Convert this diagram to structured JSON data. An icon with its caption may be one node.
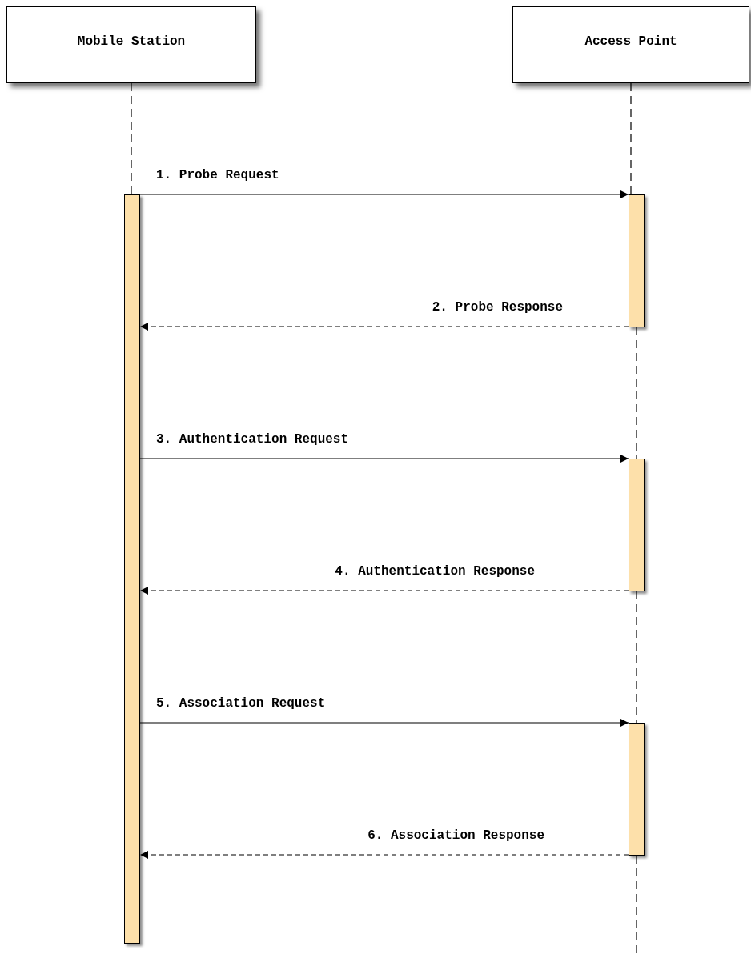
{
  "diagram": {
    "nodes": [
      {
        "text": [
          "Mobile Station"
        ]
      },
      {
        "text": [
          "Access Point"
        ]
      },
      {
        "text": [],
        "shape": "bar"
      },
      {
        "text": [],
        "shape": "bar"
      },
      {
        "text": [],
        "shape": "bar"
      },
      {
        "text": [],
        "shape": "bar"
      }
    ],
    "edges": [
      {
        "from": 0,
        "to": 2,
        "arrow": "none",
        "style": "dashed"
      },
      {
        "from": 1,
        "to": 3,
        "arrow": "none",
        "style": "dashed"
      },
      {
        "from": 3,
        "to": 4,
        "arrow": "none",
        "style": "dashed"
      },
      {
        "from": 4,
        "to": 5,
        "arrow": "none",
        "style": "dashed"
      },
      {
        "from": 5,
        "to": null,
        "arrow": "none",
        "style": "dashed"
      },
      {
        "from": 2,
        "to": 3,
        "arrow": "to",
        "label": "1. Probe Request"
      },
      {
        "from": 3,
        "to": 2,
        "arrow": "to",
        "label": "2. Probe Response",
        "style": "dashed"
      },
      {
        "from": 2,
        "to": 4,
        "arrow": "to",
        "label": "3. Authentication Request"
      },
      {
        "from": 4,
        "to": 2,
        "arrow": "to",
        "label": "4. Authentication Response",
        "style": "dashed"
      },
      {
        "from": 2,
        "to": 5,
        "arrow": "to",
        "label": "5. Association Request"
      },
      {
        "from": 5,
        "to": 2,
        "arrow": "to",
        "label": "6. Association Response",
        "style": "dashed"
      }
    ]
  }
}
